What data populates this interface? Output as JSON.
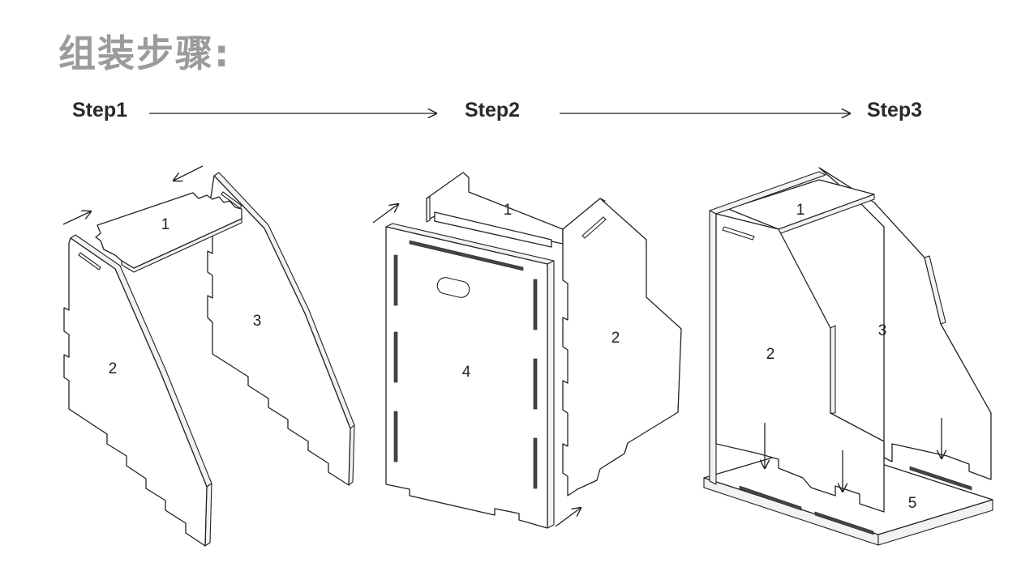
{
  "title": "组装步骤:",
  "steps": [
    "Step1",
    "Step2",
    "Step3"
  ],
  "panels": {
    "step1": [
      "1",
      "2",
      "3"
    ],
    "step2": [
      "1",
      "4",
      "2"
    ],
    "step3": [
      "1",
      "2",
      "3",
      "5"
    ]
  }
}
